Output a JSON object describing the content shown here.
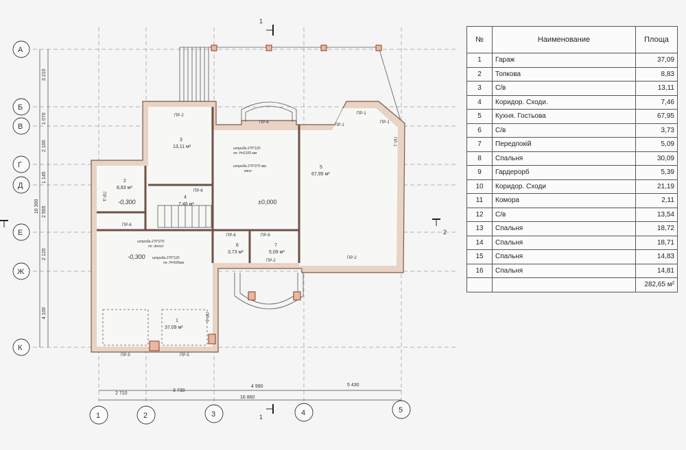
{
  "axes": {
    "rows": [
      "А",
      "Б",
      "В",
      "Г",
      "Д",
      "Е",
      "Ж",
      "К"
    ],
    "cols": [
      "1",
      "2",
      "3",
      "4",
      "5"
    ],
    "row_dims": [
      "3 210",
      "1 070",
      "2 100",
      "1 145",
      "2 555",
      "2 120",
      "4 100"
    ],
    "row_total": "16 300",
    "col_dims": [
      "2 710",
      "3 730",
      "4 990",
      "5 430"
    ],
    "col_total": "16 860"
  },
  "section_marks": {
    "top": "1",
    "bottom": "1",
    "right": "2"
  },
  "rooms": [
    {
      "no": "1",
      "area": "37,09 м²"
    },
    {
      "no": "2",
      "area": "8,83 м²"
    },
    {
      "no": "3",
      "area": "13,11 м²"
    },
    {
      "no": "4",
      "area": "7,46 м²"
    },
    {
      "no": "5",
      "area": "67,95 м²"
    },
    {
      "no": "6",
      "area": "3,73 м²"
    },
    {
      "no": "7",
      "area": "5,09 м²"
    }
  ],
  "levels": {
    "main": "±0,000",
    "lower1": "-0,300",
    "lower2": "-0,300"
  },
  "openings": {
    "pr1": "ПР-1",
    "pr2": "ПР-2",
    "pr3": "ПР-3",
    "pr4": "ПР-4",
    "pr5": "ПР-5",
    "pr6": "ПР-6"
  },
  "notes": {
    "n1": "штроба 270*120",
    "n1b": "пп. H=2100 мм",
    "n2": "штроба 270*270 мм.",
    "n2b": "кани",
    "n3": "штроба 270*270",
    "n3b": "пп. dm/cd",
    "n4": "штроба 270*120",
    "n4b": "пп. H=500мм"
  },
  "table": {
    "headers": [
      "№",
      "Наименование",
      "Площа"
    ],
    "rows": [
      {
        "no": "1",
        "name": "Гараж",
        "area": "37,09"
      },
      {
        "no": "2",
        "name": "Топкова",
        "area": "8,83"
      },
      {
        "no": "3",
        "name": "С/в",
        "area": "13,11"
      },
      {
        "no": "4",
        "name": "Коридор. Сходи.",
        "area": "7,46"
      },
      {
        "no": "5",
        "name": "Кухня. Гостьова",
        "area": "67,95"
      },
      {
        "no": "6",
        "name": "С/в",
        "area": "3,73"
      },
      {
        "no": "7",
        "name": "Передпокій",
        "area": "5,09"
      },
      {
        "no": "8",
        "name": "Спальня",
        "area": "30,09"
      },
      {
        "no": "9",
        "name": "Гардероpб",
        "area": "5,39"
      },
      {
        "no": "10",
        "name": "Коридор. Сходи",
        "area": "21,19"
      },
      {
        "no": "11",
        "name": "Комора",
        "area": "2,11"
      },
      {
        "no": "12",
        "name": "С/в",
        "area": "13,54"
      },
      {
        "no": "13",
        "name": "Спальня",
        "area": "18,72"
      },
      {
        "no": "14",
        "name": "Спальня",
        "area": "18,71"
      },
      {
        "no": "15",
        "name": "Спальня",
        "area": "14,83"
      },
      {
        "no": "16",
        "name": "Спальня",
        "area": "14,81"
      }
    ],
    "total": "282,65 м²"
  }
}
